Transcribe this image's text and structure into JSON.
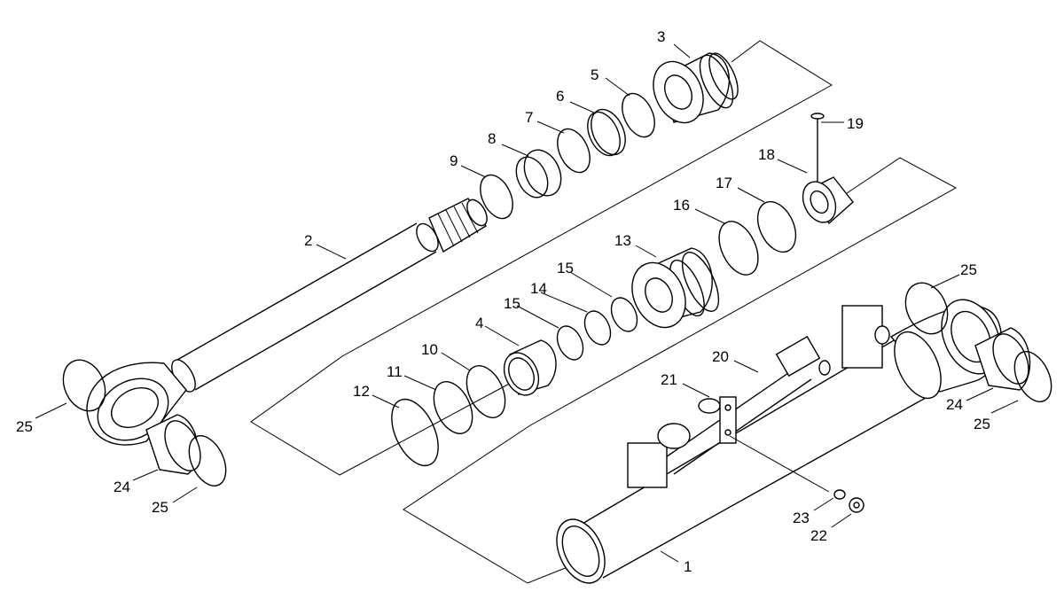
{
  "labels": {
    "p1": "1",
    "p2": "2",
    "p3": "3",
    "p4": "4",
    "p5": "5",
    "p6": "6",
    "p7": "7",
    "p8": "8",
    "p9": "9",
    "p10": "10",
    "p11": "11",
    "p12": "12",
    "p13": "13",
    "p14": "14",
    "p15a": "15",
    "p15b": "15",
    "p16": "16",
    "p17": "17",
    "p18": "18",
    "p19": "19",
    "p20": "20",
    "p21": "21",
    "p22": "22",
    "p23": "23",
    "p24a": "24",
    "p24b": "24",
    "p25a": "25",
    "p25b": "25",
    "p25c": "25",
    "p25d": "25"
  }
}
